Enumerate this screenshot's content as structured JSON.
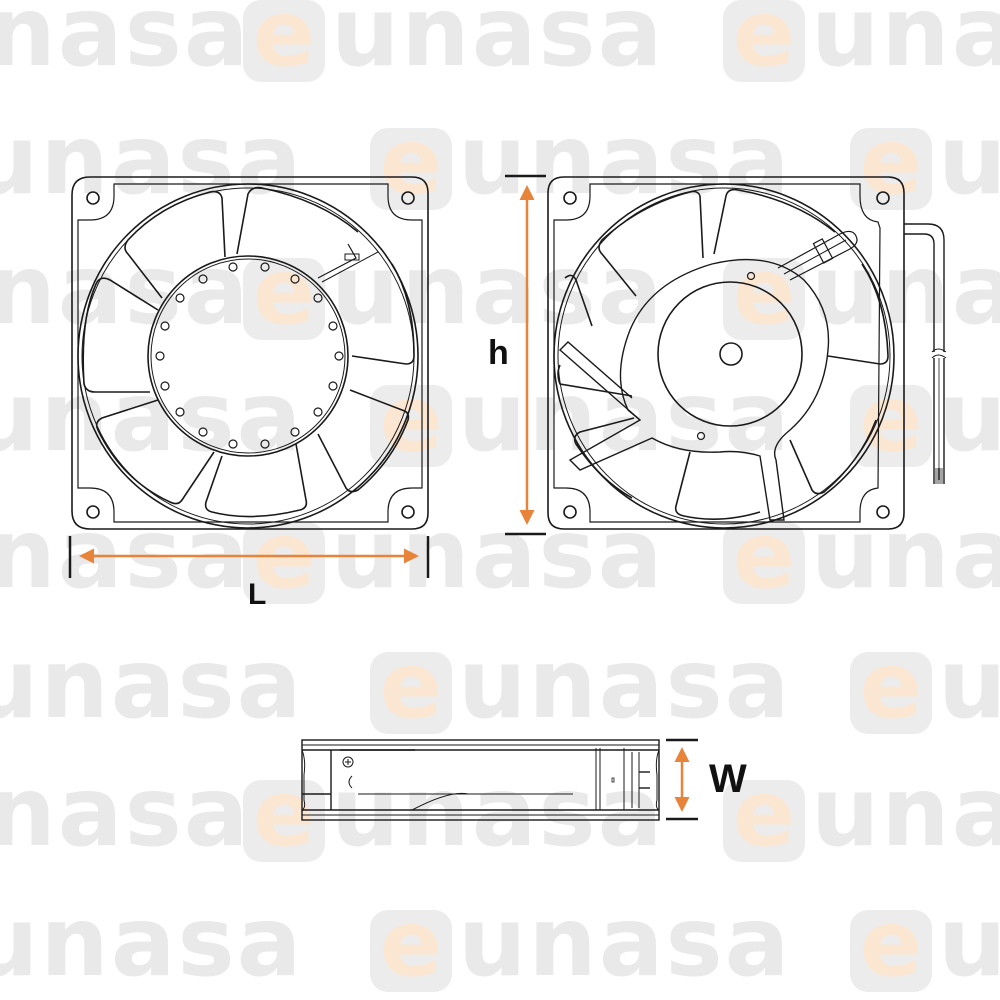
{
  "watermark": {
    "brand": "eunasa",
    "logo_letter": "e",
    "logo_rest": "unasa",
    "colors": {
      "text": "#e9e9e9",
      "tile": "#ececec",
      "accent": "#fbe6d2"
    }
  },
  "diagram": {
    "type": "axial fan dimension drawing",
    "views": [
      "front view (intake, grille holes)",
      "rear view (motor hub with lead wires)",
      "side view (profile)"
    ],
    "dimensions": {
      "length_label": "L",
      "height_label": "h",
      "width_label": "W"
    },
    "colors": {
      "arrow": "#e8843a",
      "line": "#1a1a1a"
    }
  }
}
